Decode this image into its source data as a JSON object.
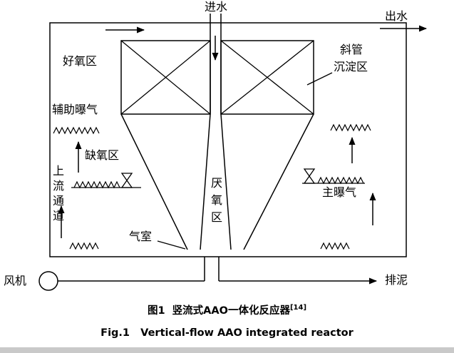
{
  "figure": {
    "background": "#ffffff",
    "line_color": "#000000"
  },
  "diagram": {
    "labels": {
      "inlet": "进水",
      "outlet": "出水",
      "aerobic_zone": "好氧区",
      "settling_zone_line1": "斜管",
      "settling_zone_line2": "沉淀区",
      "aux_aeration": "辅助曝气",
      "anoxic_zone": "缺氧区",
      "upflow_channel": "上流通道",
      "anaerobic_zone": "厌氧区",
      "gas_chamber": "气室",
      "main_aeration": "主曝气",
      "blower": "风机",
      "sludge_discharge": "排泥"
    }
  },
  "caption": {
    "cn_main": "图1  竖流式AAO一体化反应器",
    "cn_superscript": "[14]",
    "en": "Fig.1   Vertical-flow AAO integrated reactor"
  }
}
